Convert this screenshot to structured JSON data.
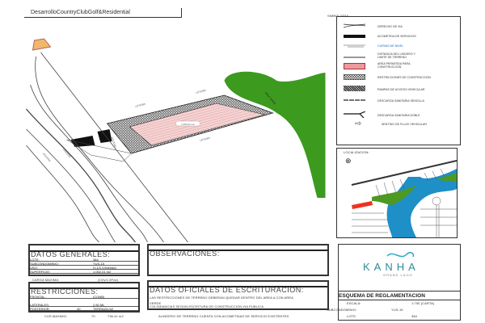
{
  "title": "DesarrolloCountryClubGolf&Residential",
  "map": {
    "labels": [
      "LOTE380",
      "LOTE382",
      "LOTE383",
      "ÁREA VERDE",
      "1,052.01 m2",
      "VIALIDAD",
      "VIALIDAD",
      "VIALIDAD"
    ]
  },
  "legend": {
    "title": "SIMBOLOGIA",
    "items": [
      {
        "label": "DERECHO DE VIA"
      },
      {
        "label": "ACOMETIDA DE SERVICIOS"
      },
      {
        "label": "CURVAS DE NIVEL",
        "color": "#1a5fb4"
      },
      {
        "label": "DISTANCIA DEL LINDERO Y LIMITE DE TERRENO"
      },
      {
        "label": "AREA PERMITIDA PARA CONSTRUCCION"
      },
      {
        "label": "RESTRICCIONES DE CONSTRUCCION"
      },
      {
        "label": "RAMPAS DE ACCESO VEHICULAR"
      },
      {
        "label": "DESCARGA SANITARIA SENCILLA"
      },
      {
        "label": "DESCARGA SANITARIA DOBLE"
      },
      {
        "label": "SENTIDO DE FLUJO VEHICULAR"
      }
    ]
  },
  "location": {
    "title": "LOCALIZACION:"
  },
  "general": {
    "title": "DATOS GENERALES:",
    "rows": [
      {
        "k": "LOTE:",
        "v": "384"
      },
      {
        "k": "SUBCONDOMINIO:",
        "v": "YUS-15"
      },
      {
        "k": "USO:",
        "v": "H-1/3 (Vivienda)"
      },
      {
        "k": "SUPERFICIE:",
        "v": "1,052.01 m2"
      }
    ],
    "carga_k": "CARGA MAXIMA:",
    "carga_v": "(1Viv/1.5Fza)"
  },
  "restrictions": {
    "title": "RESTRICCIONES:",
    "rows": [
      {
        "k": "FRONTAL:",
        "v": "(CONB)"
      },
      {
        "k": "LATERALES:",
        "v": "2.50 ML"
      },
      {
        "k": "POSTERIOR:",
        "v": "40",
        "v2": "TERRAZA m2"
      }
    ],
    "cus_k": "CUS MAXIMO:",
    "cus_n": "70",
    "cus_v": "736.41 m2"
  },
  "observations": {
    "title": "OBSERVACIONES:"
  },
  "official": {
    "title": "DATOS OFICIALES DE ESCRITURACION:",
    "line1": "LAS RESTRICCIONES DE TERRENO DEBERAN QUEDAR DENTRO DEL AREA A CON AREA",
    "line2": "VERDE",
    "line3": "COLINDANCIAS SEGUN ESCRITURA DE CONSTRUCCION VIA PUBLICA",
    "footer": "ALINDERO DE TERRENO CUENTA CON ACOMETIDAS DE SERVICIO EXISTENTES"
  },
  "brand": {
    "name": "KANHA",
    "sub": "GRAND LAGO"
  },
  "scheme": {
    "title": "ESQUEMA DE REGLAMENTACION",
    "escala_k": "ESCALA:",
    "escala_v": "1:750 (CARTA)",
    "sub_k": "SUBCONDOMINIO:",
    "sub_v": "YUS-15",
    "lote_k": "LOTE:",
    "lote_v": "384"
  }
}
